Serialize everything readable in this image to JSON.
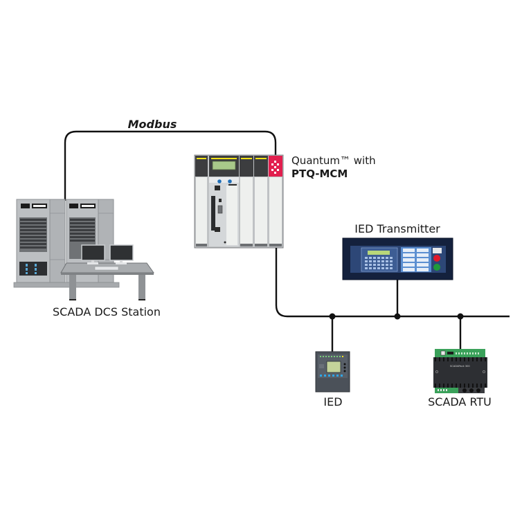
{
  "network": {
    "protocol_label": "Modbus",
    "colors": {
      "line": "#111111",
      "rack": "#b9bcbf",
      "rack_dark": "#8e9194",
      "plc_header": "#3c3d3f",
      "plc_body": "#e9ecea",
      "plc_accent": "#f2e21a",
      "prosoft_red": "#e21f4e",
      "transmitter_bg": "#14213d",
      "transmitter_panel": "#324e7d",
      "lcd_green": "#b8d77a",
      "ied_body": "#4b5159",
      "rtu_body": "#2d2f33",
      "rtu_board": "#3aa15a",
      "led_red": "#e0182a",
      "led_green": "#1f9a3a"
    }
  },
  "devices": {
    "scada_station": {
      "label": "SCADA DCS Station"
    },
    "plc": {
      "label_line1": "Quantum™ with",
      "label_line2": "PTQ-MCM"
    },
    "ied_transmitter": {
      "label": "IED Transmitter"
    },
    "ied": {
      "label": "IED"
    },
    "scada_rtu": {
      "label": "SCADA RTU",
      "badge": "SCADAPack 300"
    }
  }
}
